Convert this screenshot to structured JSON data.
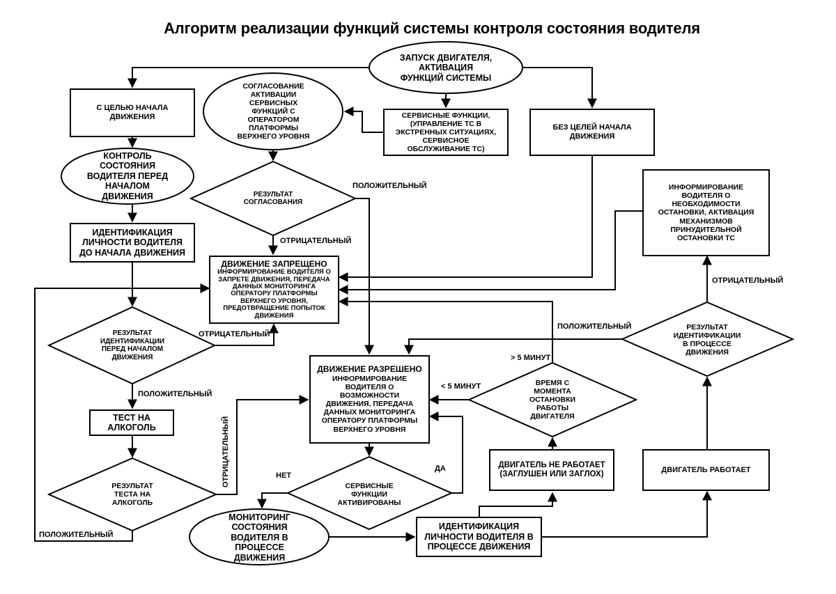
{
  "title": "Алгоритм реализации функций системы контроля состояния водителя",
  "nodes": {
    "start": "ЗАПУСК ДВИГАТЕЛЯ,\nАКТИВАЦИЯ\nФУНКЦИЙ СИСТЕМЫ",
    "goal_start": "С ЦЕЛЬЮ НАЧАЛА\nДВИЖЕНИЯ",
    "agreement": "СОГЛАСОВАНИЕ\nАКТИВАЦИИ\nСЕРВИСНЫХ\nФУНКЦИЙ С\nОПЕРАТОРОМ\nПЛАТФОРМЫ\nВЕРХНЕГО УРОВНЯ",
    "service_functions": "СЕРВИСНЫЕ ФУНКЦИИ,\n(УПРАВЛЕНИЕ ТС В\nЭКСТРЕННЫХ СИТУАЦИЯХ,\nСЕРВИСНОЕ\nОБСЛУЖИВАНИЕ ТС)",
    "no_goal": "БЕЗ ЦЕЛЕЙ НАЧАЛА\nДВИЖЕНИЯ",
    "control_before": "КОНТРОЛЬ\nСОСТОЯНИЯ\nВОДИТЕЛЯ ПЕРЕД\nНАЧАЛОМ\nДВИЖЕНИЯ",
    "agreement_result": "РЕЗУЛЬТАТ\nСОГЛАСОВАНИЯ",
    "inform_stop": "ИНФОРМИРОВАНИЕ\nВОДИТЕЛЯ О\nНЕОБХОДИМОСТИ\nОСТАНОВКИ, АКТИВАЦИЯ\nМЕХАНИЗМОВ\nПРИНУДИТЕЛЬНОЙ\nОСТАНОВКИ ТС",
    "identification_before": "ИДЕНТИФИКАЦИЯ\nЛИЧНОСТИ ВОДИТЕЛЯ\nДО НАЧАЛА ДВИЖЕНИЯ",
    "forbidden_head": "ДВИЖЕНИЕ ЗАПРЕЩЕНО",
    "forbidden_body": "ИНФОРМИРОВАНИЕ ВОДИТЕЛЯ О\nЗАПРЕТЕ ДВИЖЕНИЯ, ПЕРЕДАЧА\nДАННЫХ МОНИТОРИНГА\nОПЕРАТОРУ ПЛАТФОРМЫ\nВЕРХНЕГО УРОВНЯ,\nПРЕДОТВРАЩЕНИЕ ПОПЫТОК\nДВИЖЕНИЯ",
    "id_result_before": "РЕЗУЛЬТАТ\nИДЕНТИФИКАЦИИ\nПЕРЕД НАЧАЛОМ\nДВИЖЕНИЯ",
    "id_result_process": "РЕЗУЛЬТАТ\nИДЕНТИФИКАЦИИ\nВ ПРОЦЕССЕ\nДВИЖЕНИЯ",
    "allowed_head": "ДВИЖЕНИЕ РАЗРЕШЕНО",
    "allowed_body": "ИНФОРМИРОВАНИЕ\nВОДИТЕЛЯ О\nВОЗМОЖНОСТИ\nДВИЖЕНИЯ, ПЕРЕДАЧА\nДАННЫХ МОНИТОРИНГА\nОПЕРАТОРУ ПЛАТФОРМЫ\nВЕРХНЕГО УРОВНЯ",
    "time_since_stop": "ВРЕМЯ С\nМОМЕНТА\nОСТАНОВКИ\nРАБОТЫ\nДВИГАТЕЛЯ",
    "alcohol_test": "ТЕСТ НА\nАЛКОГОЛЬ",
    "alcohol_result": "РЕЗУЛЬТАТ\nТЕСТА НА\nАЛКОГОЛЬ",
    "engine_off": "ДВИГАТЕЛЬ НЕ РАБОТАЕТ\n(ЗАГЛУШЕН ИЛИ ЗАГЛОХ)",
    "engine_on": "ДВИГАТЕЛЬ РАБОТАЕТ",
    "service_active": "СЕРВИСНЫЕ\nФУНКЦИИ\nАКТИВИРОВАНЫ",
    "monitoring": "МОНИТОРИНГ\nСОСТОЯНИЯ\nВОДИТЕЛЯ В\nПРОЦЕССЕ\nДВИЖЕНИЯ",
    "identification_process": "ИДЕНТИФИКАЦИЯ\nЛИЧНОСТИ  ВОДИТЕЛЯ В\nПРОЦЕССЕ  ДВИЖЕНИЯ"
  },
  "labels": {
    "positive_agreement": "ПОЛОЖИТЕЛЬНЫЙ",
    "negative_agreement": "ОТРИЦАТЕЛЬНЫЙ",
    "negative_id_before": "ОТРИЦАТЕЛЬНЫЙ",
    "positive_id_before": "ПОЛОЖИТЕЛЬНЫЙ",
    "negative_alcohol": "ОТРИЦАТЕЛЬНЫЙ",
    "positive_alcohol": "ПОЛОЖИТЕЛЬНЫЙ",
    "negative_id_process": "ОТРИЦАТЕЛЬНЫЙ",
    "positive_id_process": "ПОЛОЖИТЕЛЬНЫЙ",
    "more_5": "> 5 МИНУТ",
    "less_5": "< 5 МИНУТ",
    "no": "НЕТ",
    "yes": "ДА"
  }
}
